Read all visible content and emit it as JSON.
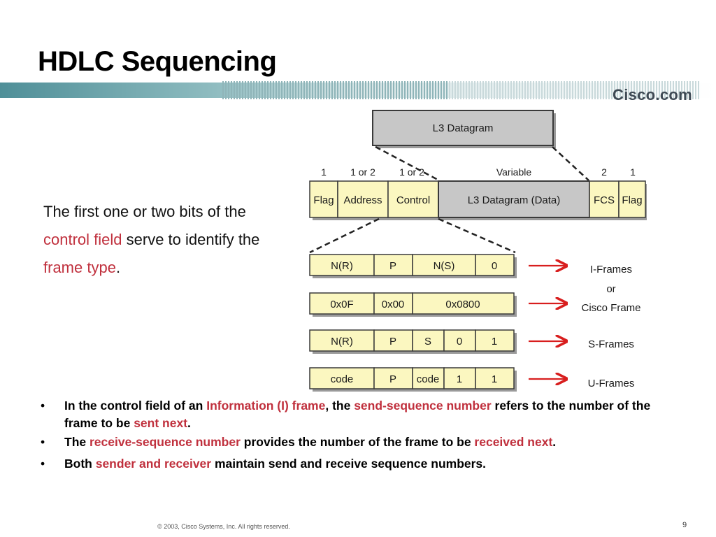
{
  "slide": {
    "title": "HDLC Sequencing",
    "brand": "Cisco.com",
    "intro": {
      "part1": "The first one or two bits of the ",
      "hl1": "control field",
      "part2": " serve to identify the ",
      "hl2": "frame type",
      "part3": "."
    },
    "footer": "© 2003, Cisco Systems, Inc. All rights reserved.",
    "page_number": "9"
  },
  "diagram": {
    "datagram_box": "L3 Datagram",
    "field_widths": [
      "1",
      "1 or 2",
      "1 or 2",
      "Variable",
      "2",
      "1"
    ],
    "fields": [
      "Flag",
      "Address",
      "Control",
      "L3 Datagram (Data)",
      "FCS",
      "Flag"
    ],
    "control_rows": [
      {
        "cells": [
          "N(R)",
          "P",
          "N(S)",
          "0"
        ]
      },
      {
        "cells": [
          "0x0F",
          "0x00",
          "0x0800"
        ]
      },
      {
        "cells": [
          "N(R)",
          "P",
          "S",
          "0",
          "1"
        ]
      },
      {
        "cells": [
          "code",
          "P",
          "code",
          "1",
          "1"
        ]
      }
    ],
    "labels": [
      "I-Frames",
      "or",
      "Cisco Frame",
      "S-Frames",
      "U-Frames"
    ],
    "arrow_color": "#d81e1e"
  },
  "bullets": [
    {
      "t1": "In the control field of an ",
      "r1": "Information (I) frame",
      "t2": ", the ",
      "r2": "send-sequence number",
      "t3": " refers to the number of the frame to be ",
      "r3": "sent next",
      "t4": "."
    },
    {
      "t1": "The ",
      "r1": "receive-sequence number",
      "t2": " provides the number of the frame to be ",
      "r2": "received next",
      "t3": "."
    },
    {
      "t1": "Both ",
      "r1": "sender and receiver",
      "t2": " maintain send and receive sequence numbers."
    }
  ],
  "colors": {
    "highlight": "#c0303d",
    "field_fill": "#fbf7c0",
    "banner_teal": "#5f9aa1"
  }
}
